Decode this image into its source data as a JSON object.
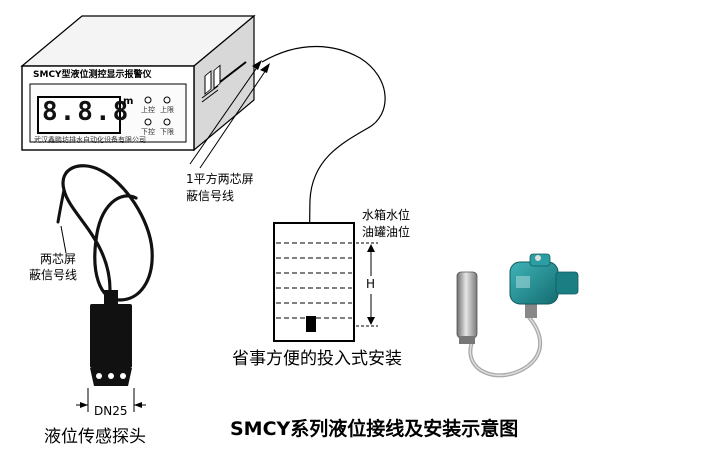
{
  "instrument": {
    "panel_title": "SMCY型液位测控显示报警仪",
    "display_value": "8.8.8",
    "unit": "m",
    "buttons": [
      "上控",
      "上限",
      "下控",
      "下限"
    ],
    "company": "武汉鑫鹏坊排水自动化设备有限公司"
  },
  "labels": {
    "cable_1": "1平方两芯屏",
    "cable_2": "蔽信号线",
    "probe_cable_1": "两芯屏",
    "probe_cable_2": "蔽信号线",
    "tank_level_1": "水箱水位",
    "tank_level_2": "油罐油位",
    "height": "H",
    "install_caption": "省事方便的投入式安装",
    "dn": "DN25",
    "probe_caption": "液位传感探头"
  },
  "main_title": "SMCY系列液位接线及安装示意图",
  "colors": {
    "line": "#000000",
    "transmitter_body": "#1e8a8f",
    "probe_steel": "#9a9a9a",
    "cable_steel": "#b0b0b0"
  }
}
